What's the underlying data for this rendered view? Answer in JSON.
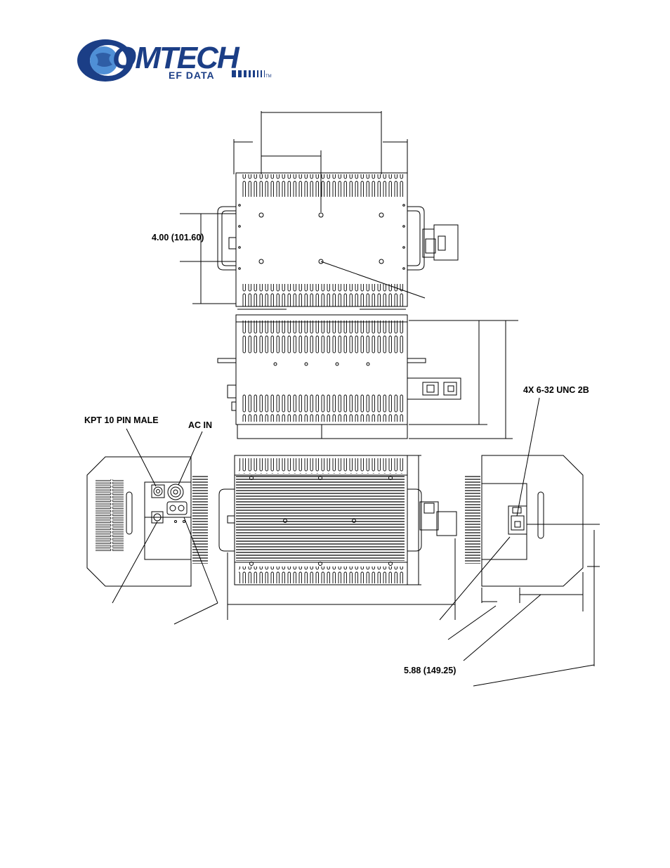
{
  "logo": {
    "brand_text": "OMTECH",
    "sub_text": "EF DATA",
    "trademark": "TM",
    "colors": {
      "brand": "#1b3e86",
      "globe_light": "#4f8fd6"
    }
  },
  "callouts": {
    "height_top": "4.00 (101.60)",
    "kpt": "KPT 10 PIN MALE",
    "ac_in": "AC IN",
    "screw": "4X 6-32 UNC 2B",
    "depth": "5.88 (149.25)"
  }
}
